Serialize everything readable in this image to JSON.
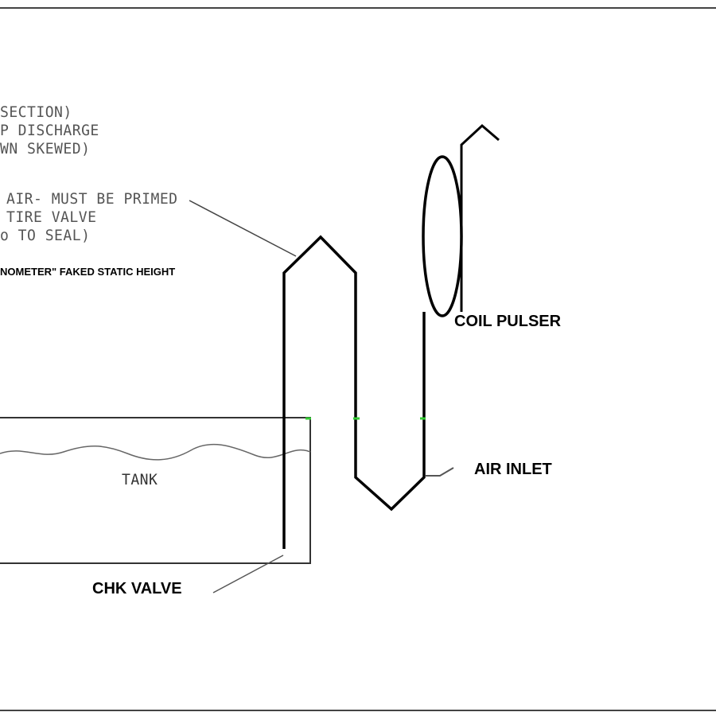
{
  "notes": {
    "line1": "SECTION)",
    "line2": "P DISCHARGE",
    "line3": "WN SKEWED)",
    "primed1": "AIR- MUST BE PRIMED",
    "primed2": "TIRE VALVE",
    "primed3": "o TO SEAL)",
    "manometer": "NOMETER\" FAKED STATIC HEIGHT"
  },
  "labels": {
    "coil": "COIL PULSER",
    "air_inlet": "AIR INLET",
    "tank": "TANK",
    "chk_valve": "CHK VALVE"
  }
}
